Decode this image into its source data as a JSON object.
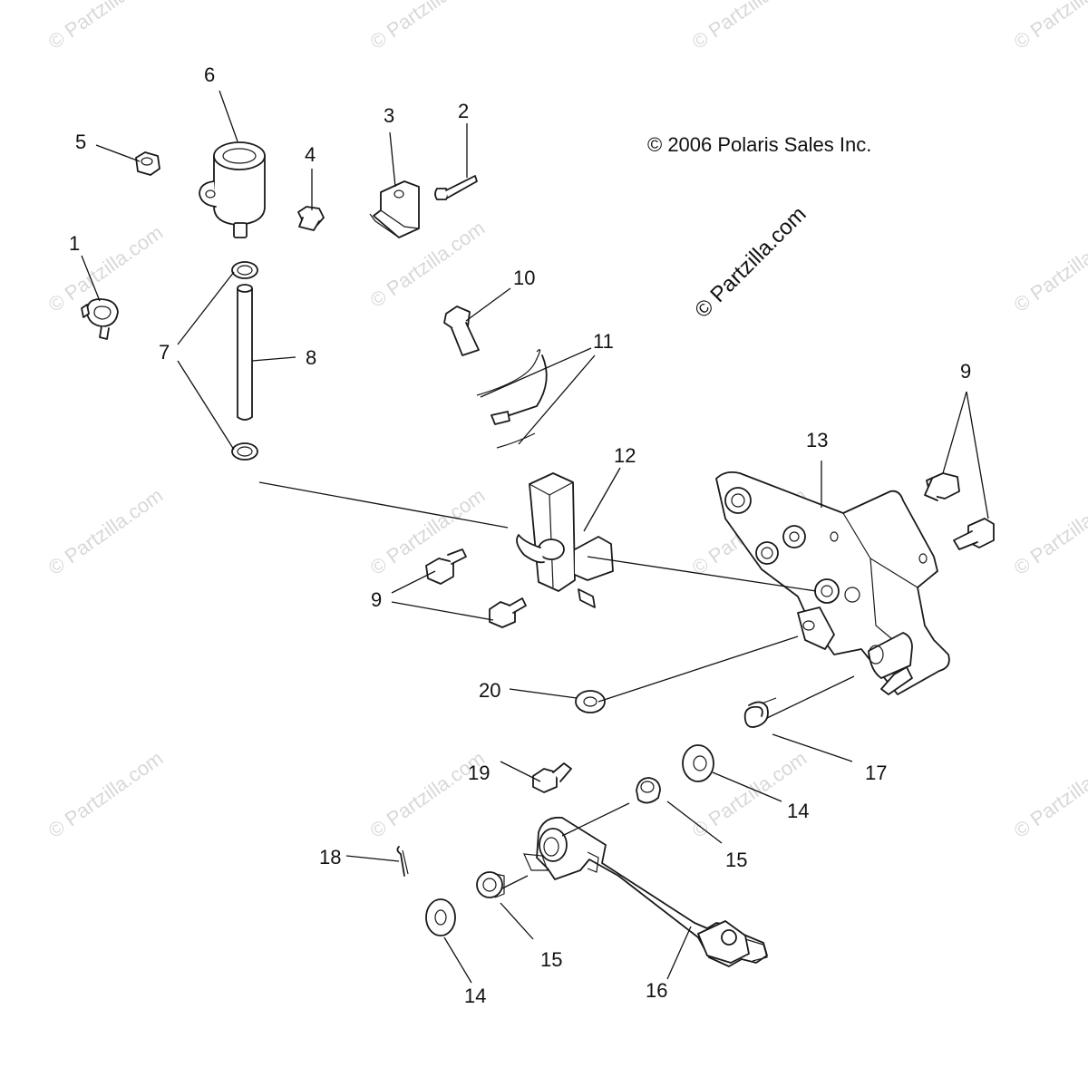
{
  "copyright": "© 2006 Polaris Sales Inc.",
  "brand_watermark": "© Partzilla.com",
  "tile_watermark": "© Partzilla.com",
  "callouts": {
    "c1": "1",
    "c2": "2",
    "c3": "3",
    "c4": "4",
    "c5": "5",
    "c6": "6",
    "c7": "7",
    "c8": "8",
    "c9a": "9",
    "c9b": "9",
    "c10": "10",
    "c11": "11",
    "c12": "12",
    "c13": "13",
    "c14a": "14",
    "c14b": "14",
    "c15a": "15",
    "c15b": "15",
    "c16": "16",
    "c17": "17",
    "c18": "18",
    "c19": "19",
    "c20": "20"
  },
  "colors": {
    "line": "#1a1a1a",
    "watermark": "#d8d8d8",
    "background": "#ffffff"
  }
}
